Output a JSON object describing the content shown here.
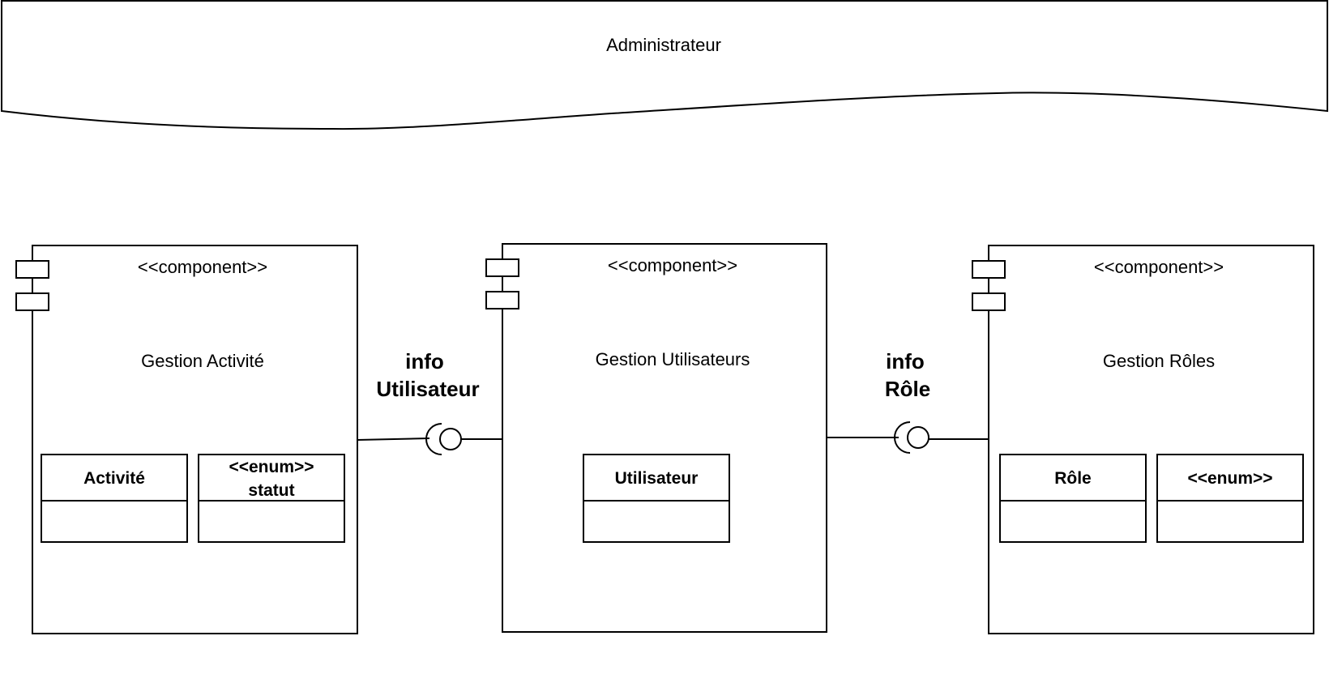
{
  "actor": {
    "label": "Administrateur"
  },
  "components": [
    {
      "stereotype": "<<component>>",
      "name": "Gestion Activité",
      "classes": [
        {
          "title": "Activité"
        },
        {
          "title_line1": "<<enum>>",
          "title_line2": "statut"
        }
      ]
    },
    {
      "stereotype": "<<component>>",
      "name": "Gestion Utilisateurs",
      "classes": [
        {
          "title": "Utilisateur"
        }
      ]
    },
    {
      "stereotype": "<<component>>",
      "name": "Gestion Rôles",
      "classes": [
        {
          "title": "Rôle"
        },
        {
          "title": "<<enum>>"
        }
      ]
    }
  ],
  "interfaces": [
    {
      "line1": "info",
      "line2": "Utilisateur"
    },
    {
      "line1": "info",
      "line2": "Rôle"
    }
  ]
}
